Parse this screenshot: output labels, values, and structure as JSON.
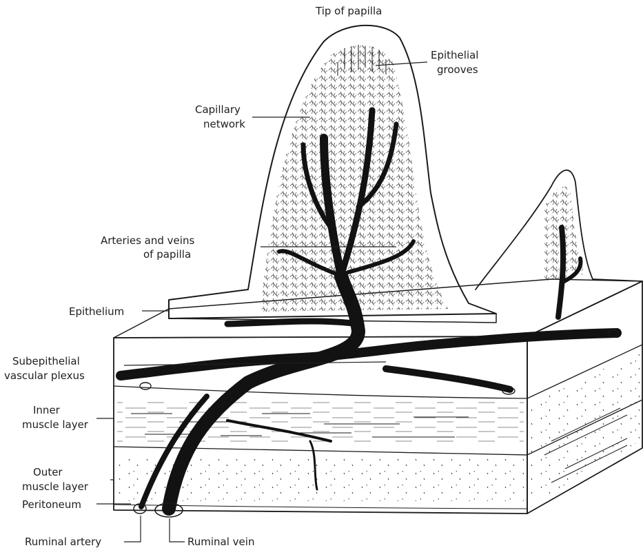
{
  "diagram": {
    "labels": {
      "tip_of_papilla": "Tip of papilla",
      "epithelial_grooves_1": "Epithelial",
      "epithelial_grooves_2": "grooves",
      "capillary_network_1": "Capillary",
      "capillary_network_2": "network",
      "arteries_veins_1": "Arteries and veins",
      "arteries_veins_2": "of papilla",
      "epithelium": "Epithelium",
      "subepithelial_1": "Subepithelial",
      "subepithelial_2": "vascular plexus",
      "inner_muscle_1": "Inner",
      "inner_muscle_2": "muscle layer",
      "outer_muscle_1": "Outer",
      "outer_muscle_2": "muscle layer",
      "peritoneum": "Peritoneum",
      "ruminal_artery": "Ruminal artery",
      "ruminal_vein": "Ruminal vein"
    }
  }
}
